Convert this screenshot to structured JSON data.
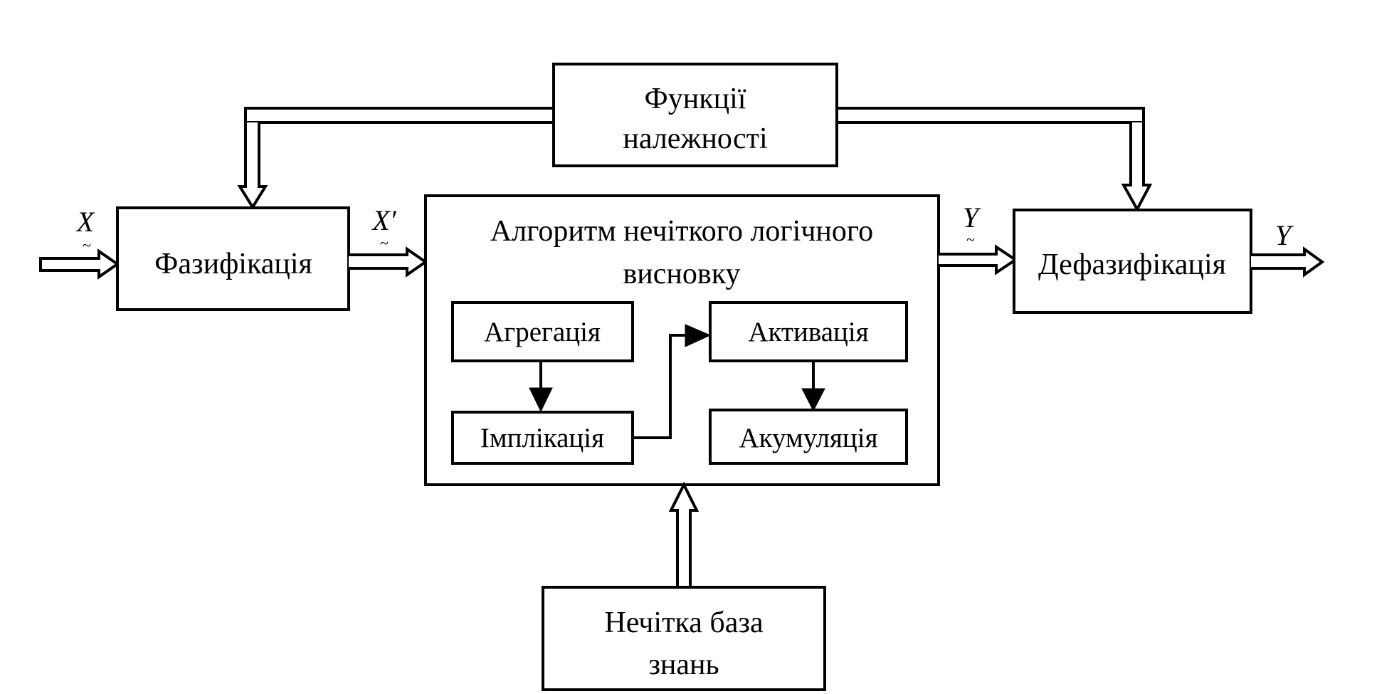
{
  "diagram": {
    "title": "Fuzzy inference system structure",
    "blocks": {
      "membership": {
        "lines": [
          "Функції",
          "належності"
        ]
      },
      "fuzzification": {
        "label": "Фазифікація"
      },
      "inference": {
        "lines": [
          "Алгоритм нечіткого логічного",
          "висновку"
        ],
        "steps": {
          "aggregation": "Агрегація",
          "implication": "Імплікація",
          "activation": "Активація",
          "accumulation": "Акумуляція"
        }
      },
      "defuzzification": {
        "label": "Дефазифікація"
      },
      "knowledge_base": {
        "lines": [
          "Нечітка база",
          "знань"
        ]
      }
    },
    "signals": {
      "input": {
        "symbol": "X",
        "mark": "~"
      },
      "fuzzified": {
        "symbol": "X′",
        "mark": "~"
      },
      "fuzzy_output": {
        "symbol": "Y",
        "mark": "~"
      },
      "output": {
        "symbol": "Y"
      }
    },
    "connections": [
      {
        "from": "membership",
        "to": "fuzzification",
        "style": "double-arrow"
      },
      {
        "from": "membership",
        "to": "defuzzification",
        "style": "double-arrow"
      },
      {
        "from": "input",
        "to": "fuzzification",
        "style": "double-arrow"
      },
      {
        "from": "fuzzification",
        "to": "inference",
        "style": "double-arrow"
      },
      {
        "from": "inference",
        "to": "defuzzification",
        "style": "double-arrow"
      },
      {
        "from": "defuzzification",
        "to": "output",
        "style": "double-arrow"
      },
      {
        "from": "knowledge_base",
        "to": "inference",
        "style": "double-arrow"
      },
      {
        "from": "aggregation",
        "to": "implication",
        "style": "solid-arrow"
      },
      {
        "from": "implication",
        "to": "activation",
        "style": "solid-arrow"
      },
      {
        "from": "activation",
        "to": "accumulation",
        "style": "solid-arrow"
      }
    ]
  }
}
